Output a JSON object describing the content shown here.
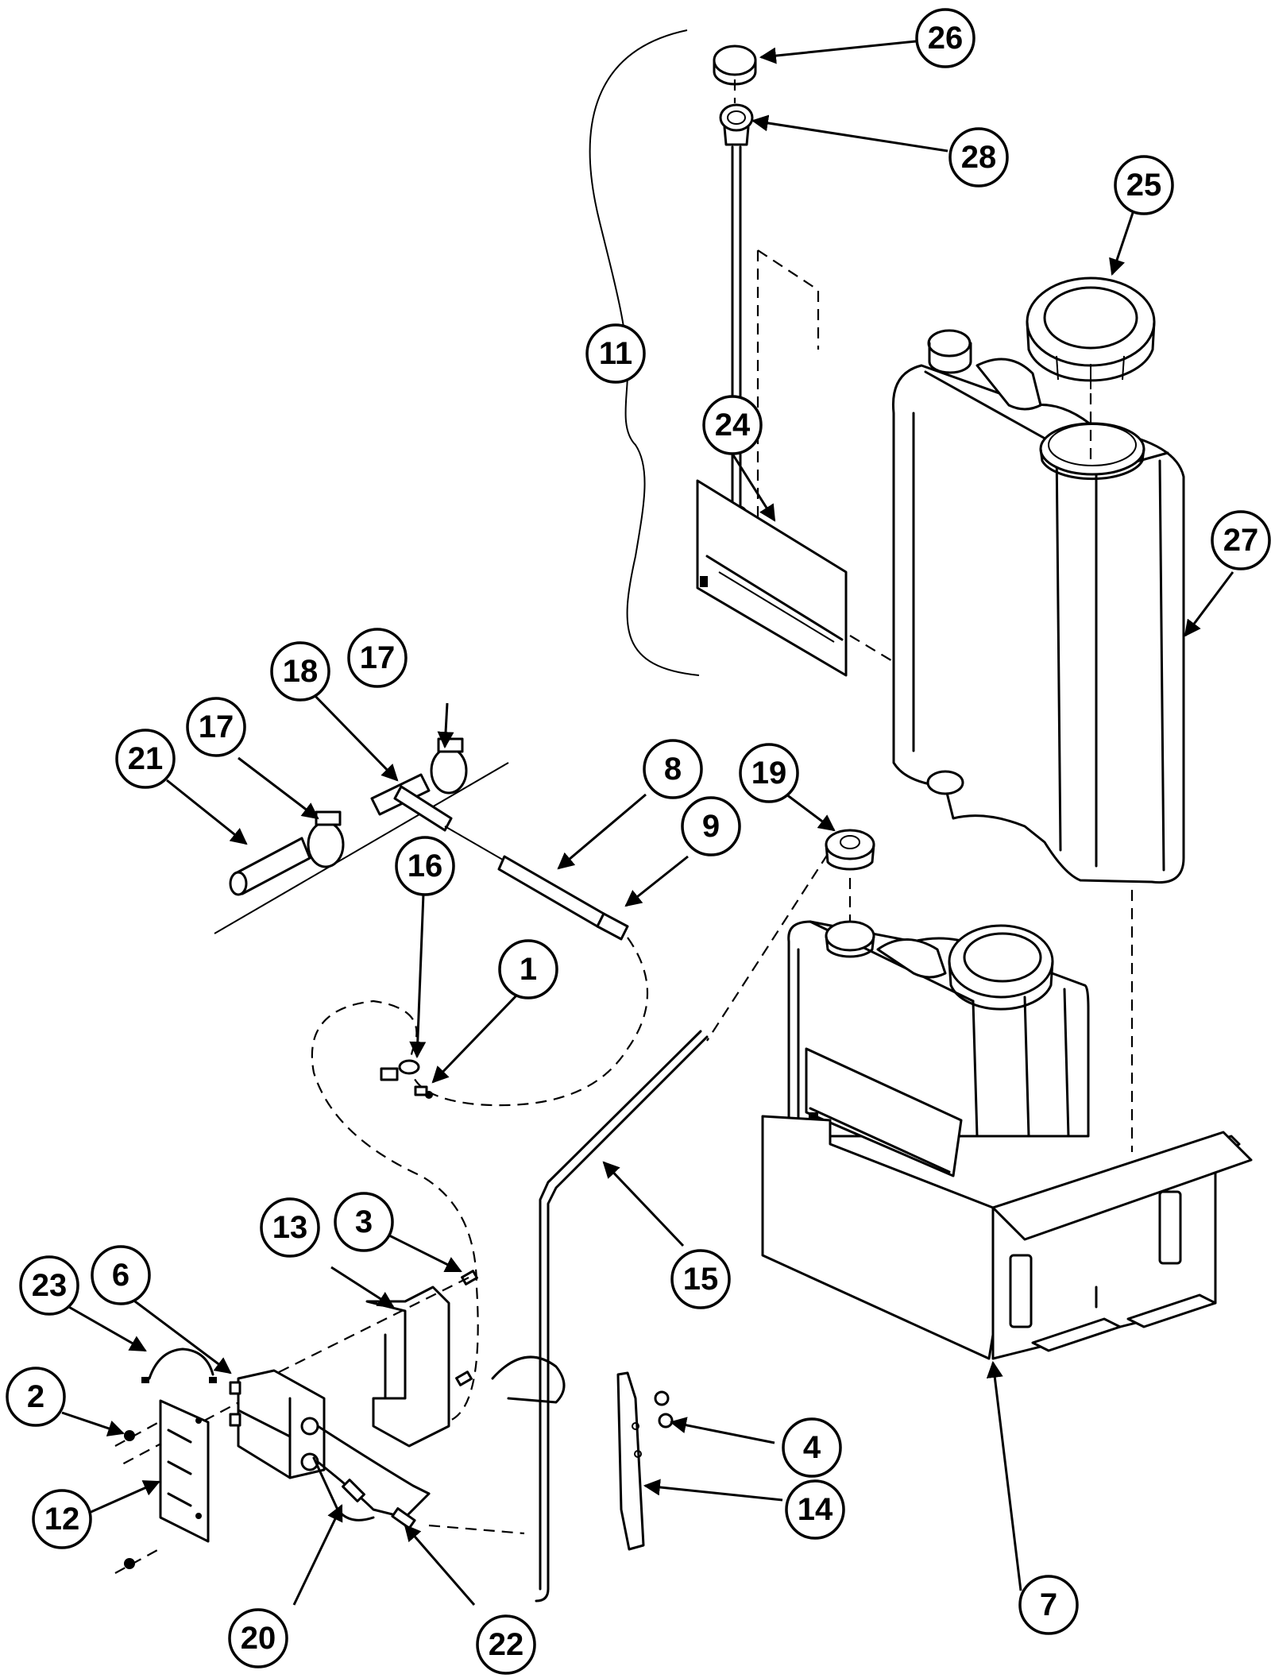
{
  "diagram": {
    "type": "exploded-parts-view",
    "callouts": [
      {
        "id": "c26",
        "label": "26"
      },
      {
        "id": "c28",
        "label": "28"
      },
      {
        "id": "c25",
        "label": "25"
      },
      {
        "id": "c11",
        "label": "11"
      },
      {
        "id": "c24",
        "label": "24"
      },
      {
        "id": "c27",
        "label": "27"
      },
      {
        "id": "c17a",
        "label": "17"
      },
      {
        "id": "c17b",
        "label": "17"
      },
      {
        "id": "c18",
        "label": "18"
      },
      {
        "id": "c21",
        "label": "21"
      },
      {
        "id": "c8",
        "label": "8"
      },
      {
        "id": "c19",
        "label": "19"
      },
      {
        "id": "c9",
        "label": "9"
      },
      {
        "id": "c16",
        "label": "16"
      },
      {
        "id": "c1",
        "label": "1"
      },
      {
        "id": "c13",
        "label": "13"
      },
      {
        "id": "c3",
        "label": "3"
      },
      {
        "id": "c23",
        "label": "23"
      },
      {
        "id": "c6",
        "label": "6"
      },
      {
        "id": "c15",
        "label": "15"
      },
      {
        "id": "c2",
        "label": "2"
      },
      {
        "id": "c12",
        "label": "12"
      },
      {
        "id": "c4",
        "label": "4"
      },
      {
        "id": "c14",
        "label": "14"
      },
      {
        "id": "c7",
        "label": "7"
      },
      {
        "id": "c20",
        "label": "20"
      },
      {
        "id": "c22",
        "label": "22"
      }
    ]
  }
}
